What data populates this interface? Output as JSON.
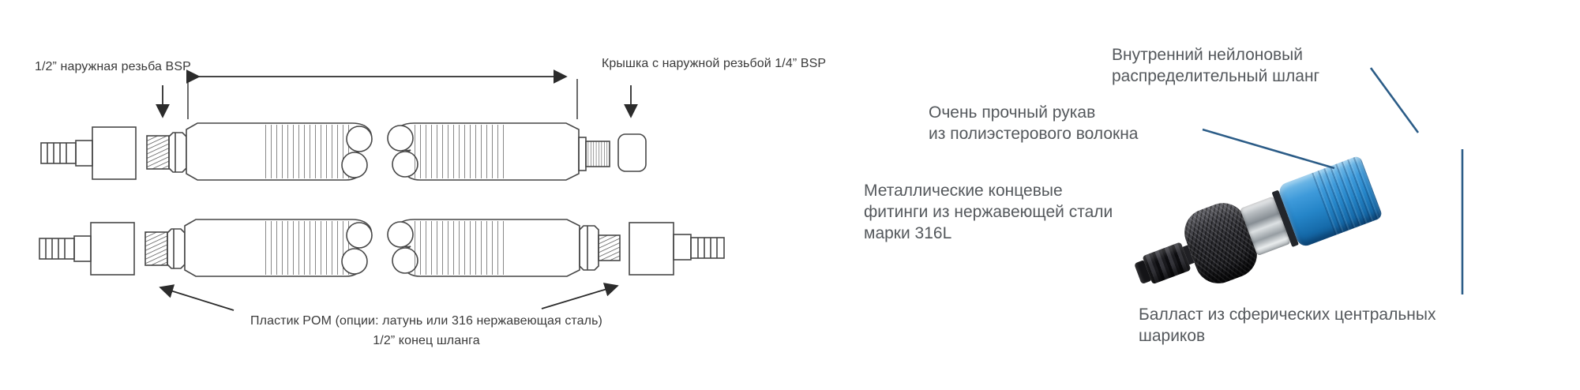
{
  "drawing": {
    "labels": {
      "male_thread": "1/2” наружная резьба BSP",
      "cap": "Крышка с наружной резьбой  1/4” BSP",
      "material_line1": "Пластик POM  (опции: латунь или 316 нержавеющая сталь)",
      "material_line2": "1/2” конец шланга"
    }
  },
  "photo": {
    "callouts": {
      "inner_hose": {
        "line1": "Внутренний нейлоновый",
        "line2": "распределительный шланг"
      },
      "sleeve": {
        "line1": "Очень прочный рукав",
        "line2": "из полиэстерового волокна"
      },
      "fittings": {
        "line1": "Металлические концевые",
        "line2": "фитинги из нержавеющей стали",
        "line3": "марки 316L"
      },
      "ballast": {
        "line1": "Балласт из сферических центральных",
        "line2": "шариков"
      }
    },
    "colors": {
      "collar_blue": "#2e8fd0",
      "leader_line": "#2b5c87",
      "label_text": "#54585c",
      "drawing_ink": "#474747"
    }
  }
}
